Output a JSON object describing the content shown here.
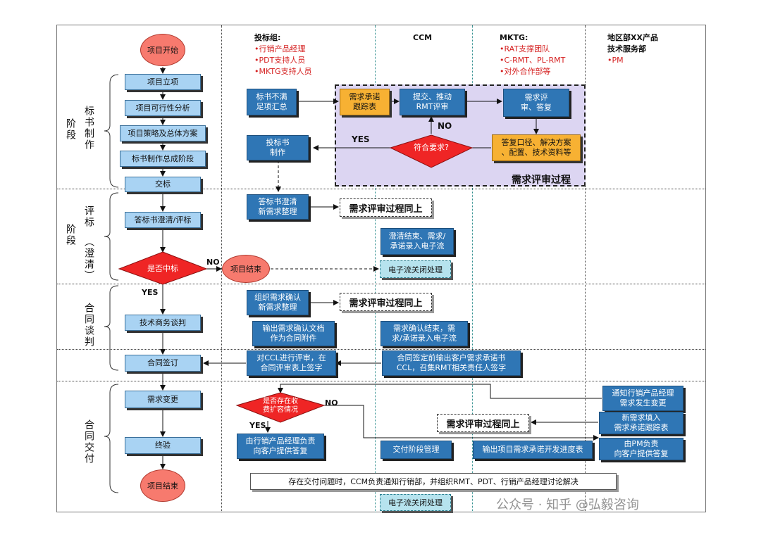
{
  "columns": {
    "bid_group": {
      "title": "投标组:",
      "items": [
        "•行销产品经理",
        "•PDT支持人员",
        "•MKTG支持人员"
      ]
    },
    "ccm": {
      "title": "CCM"
    },
    "mktg": {
      "title": "MKTG:",
      "items": [
        "•RAT支撑团队",
        "•C-RMT、PL-RMT",
        "•对外合作部等"
      ]
    },
    "region": {
      "title_line1": "地区部XX产品",
      "title_line2": "技术服务部",
      "items": [
        "•PM"
      ]
    }
  },
  "phases": {
    "p1_a": "阶段",
    "p1_b": "标书制作",
    "p2_a": "阶段",
    "p2_b": "评标",
    "p2_c": "（澄清）",
    "p3": "合同谈判",
    "p4": "合同交付"
  },
  "left_flow": {
    "start": "项目开始",
    "approve": "项目立项",
    "feasibility": "项目可行性分析",
    "strategy": "项目策略及总体方案",
    "bid_summary": "标书制作总成阶段",
    "submit": "交标",
    "clarify": "答标书澄清/评标",
    "win": "是否中标",
    "negotiate": "技术商务谈判",
    "sign": "合同签订",
    "change": "需求变更",
    "accept": "终验",
    "end": "项目结束"
  },
  "bid_stage": {
    "unmet": [
      "标书不满",
      "足项汇总"
    ],
    "tracking": [
      "需求承诺",
      "跟踪表"
    ],
    "submit_rmt": [
      "提交、推动",
      "RMT评审"
    ],
    "review": [
      "需求评",
      "审、答复"
    ],
    "meets": "符合要求?",
    "reply": [
      "答复口径、解决方案",
      "、配置、技术资料等"
    ],
    "make_bid": [
      "投标书",
      "制作"
    ],
    "process_label": "需求评审过程"
  },
  "eval_stage": {
    "answer": [
      "答标书澄清",
      "新需求整理"
    ],
    "same1": "需求评审过程同上",
    "clarify_done": [
      "澄清结束、需求/",
      "承诺录入电子流"
    ],
    "close1": "电子流关闭处理",
    "project_end": "项目结束"
  },
  "contract_stage": {
    "org_confirm": [
      "组织需求确认",
      "新需求整理"
    ],
    "same2": "需求评审过程同上",
    "output_doc": [
      "输出需求确认文档",
      "作为合同附件"
    ],
    "confirm_done": [
      "需求确认结束，需",
      "求/承诺录入电子流"
    ],
    "ccl": [
      "对CCL进行评审，在",
      "合同评审表上签字"
    ],
    "before_sign": [
      "合同签定前输出客户需求承诺书",
      "CCL，召集RMT相关责任人签字"
    ]
  },
  "delivery_stage": {
    "notify": [
      "通知行销产品经理",
      "需求发生变更"
    ],
    "exceed": [
      "是否存在收",
      "费扩容情况"
    ],
    "new_req": [
      "新需求填入",
      "需求承诺跟踪表"
    ],
    "same3": "需求评审过程同上",
    "pm_reply": [
      "由PM负责",
      "向客户提供答复"
    ],
    "mgr_reply": [
      "由行销产品经理负责",
      "向客户提供答复"
    ],
    "delivery_mgmt": "交付阶段管理",
    "progress": "输出项目需求承诺开发进度表",
    "issue": "存在交付问题时，CCM负责通知行销部，并组织RMT、PDT、行销产品经理讨论解决",
    "close2": "电子流关闭处理"
  },
  "labels": {
    "yes1": "YES",
    "no1": "NO",
    "no2": "NO",
    "yes2": "YES",
    "no3": "NO",
    "yes3": "YES"
  },
  "watermark": "公众号 · 知乎 @弘毅咨询",
  "colors": {
    "light_box": "#a9d3f3",
    "dark_box": "#2f76b5",
    "orange_box": "#f7b133",
    "diamond": "#ef2525",
    "oval": "#f77a6e",
    "lavender": "#dcd5f2"
  }
}
